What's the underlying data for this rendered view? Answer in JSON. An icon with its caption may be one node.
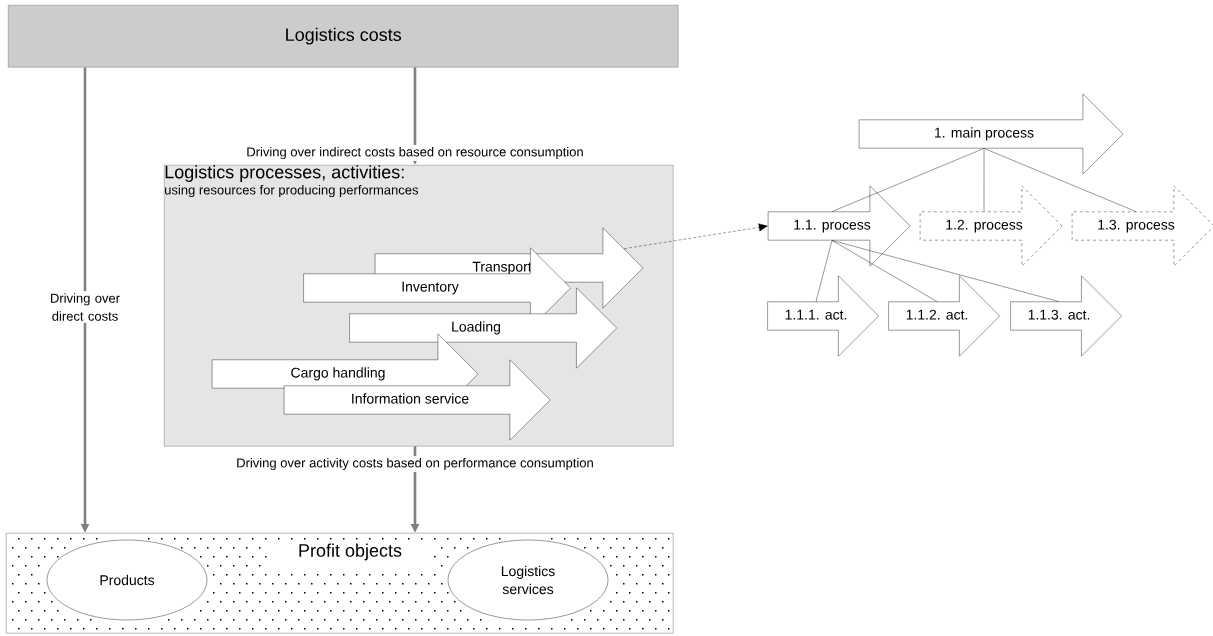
{
  "diagram": {
    "nodes": [
      {
        "text": [
          "Logistics costs"
        ]
      },
      {
        "text": [
          "Logistics processes, activities:",
          "using resources for producing performances"
        ]
      },
      {
        "text": [
          "Transport"
        ],
        "in": 1
      },
      {
        "text": [
          "Inventory"
        ],
        "in": 1
      },
      {
        "text": [
          "Loading"
        ],
        "in": 1
      },
      {
        "text": [
          "Cargo handling"
        ],
        "in": 1
      },
      {
        "text": [
          "Information service"
        ],
        "in": 1
      },
      {
        "text": [
          "Profit objects"
        ]
      },
      {
        "text": [
          "Products"
        ],
        "in": 7
      },
      {
        "text": [
          "Logistics services"
        ],
        "in": 7
      },
      {
        "text": [
          "1. main process"
        ]
      },
      {
        "text": [
          "1.1. process"
        ]
      },
      {
        "text": [
          "1.2. process"
        ]
      },
      {
        "text": [
          "1.3. process"
        ]
      },
      {
        "text": [
          "1.1.1. act."
        ]
      },
      {
        "text": [
          "1.1.2. act."
        ]
      },
      {
        "text": [
          "1.1.3. act."
        ]
      }
    ],
    "edges": [
      {
        "from": 0,
        "to": 1,
        "arrow": "to",
        "label": "Driving over indirect costs based on resource consumption",
        "color": "#808080",
        "style": "thick"
      },
      {
        "from": 0,
        "to": 7,
        "arrow": "to",
        "label": "Driving over direct costs",
        "color": "#808080",
        "style": "thick"
      },
      {
        "from": 1,
        "to": 7,
        "arrow": "to",
        "label": "Driving over activity costs based on performance consumption",
        "color": "#808080",
        "style": "thick"
      },
      {
        "from": 2,
        "to": 11,
        "arrow": "to",
        "style": "dashed"
      },
      {
        "from": 10,
        "to": 11,
        "arrow": "none"
      },
      {
        "from": 10,
        "to": 12,
        "arrow": "none"
      },
      {
        "from": 10,
        "to": 13,
        "arrow": "none"
      },
      {
        "from": 11,
        "to": 14,
        "arrow": "none"
      },
      {
        "from": 11,
        "to": 15,
        "arrow": "none"
      },
      {
        "from": 11,
        "to": 16,
        "arrow": "none"
      }
    ]
  }
}
